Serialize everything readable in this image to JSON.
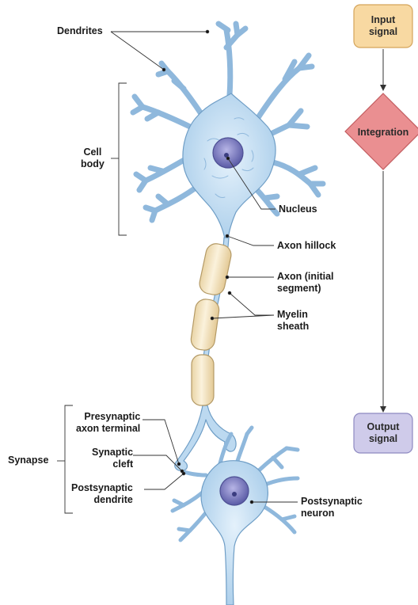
{
  "labels": {
    "dendrites": "Dendrites",
    "cell_body": "Cell\nbody",
    "nucleus": "Nucleus",
    "axon_hillock": "Axon hillock",
    "axon_initial_segment": "Axon (initial\nsegment)",
    "myelin_sheath": "Myelin\nsheath",
    "presynaptic_axon_terminal": "Presynaptic\naxon terminal",
    "synaptic_cleft": "Synaptic\ncleft",
    "synapse": "Synapse",
    "postsynaptic_dendrite": "Postsynaptic\ndendrite",
    "postsynaptic_neuron": "Postsynaptic\nneuron"
  },
  "flow": {
    "input": "Input\nsignal",
    "integration": "Integration",
    "output": "Output\nsignal"
  },
  "colors": {
    "neuron_fill": "#bcd9f0",
    "neuron_stroke": "#6f9ec6",
    "nucleus": "#6b6fb3",
    "myelin": "#f5e6c4",
    "input_box": "#f8d9a2",
    "integration_diamond": "#ea8f91",
    "output_box": "#cfcbea"
  }
}
